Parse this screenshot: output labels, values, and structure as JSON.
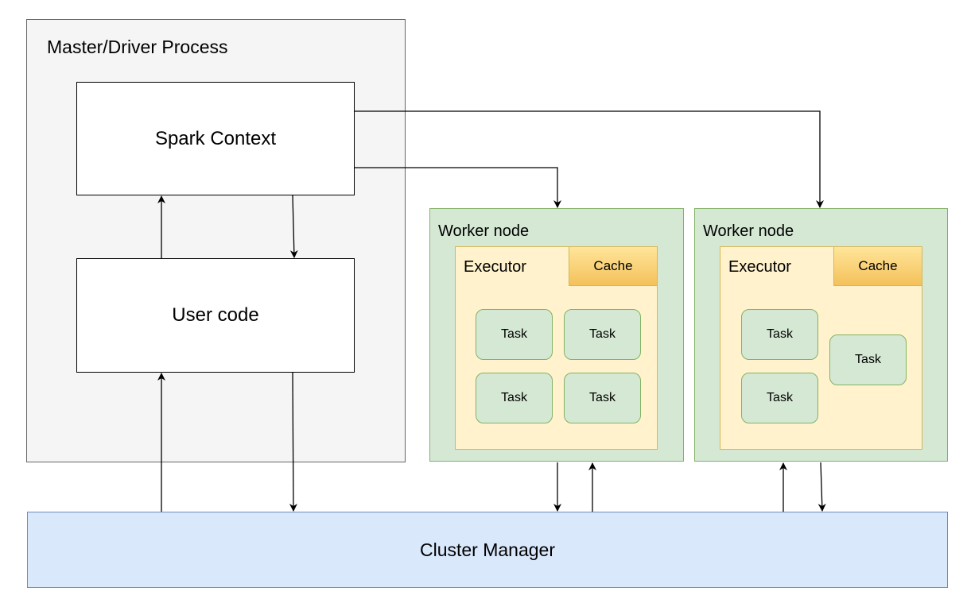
{
  "master": {
    "title": "Master/Driver Process"
  },
  "spark_context": {
    "label": "Spark Context"
  },
  "user_code": {
    "label": "User code"
  },
  "workers": [
    {
      "title": "Worker node",
      "executor_label": "Executor",
      "cache_label": "Cache",
      "tasks": [
        "Task",
        "Task",
        "Task",
        "Task"
      ]
    },
    {
      "title": "Worker node",
      "executor_label": "Executor",
      "cache_label": "Cache",
      "tasks": [
        "Task",
        "Task",
        "Task"
      ]
    }
  ],
  "cluster_manager": {
    "label": "Cluster Manager"
  },
  "colors": {
    "master_fill": "#f5f5f5",
    "worker_fill": "#d5e8d4",
    "worker_stroke": "#82b366",
    "executor_fill": "#fff2cc",
    "cache_fill": "#ffd966",
    "cluster_fill": "#dae8fc",
    "cluster_stroke": "#6c8ebf"
  }
}
